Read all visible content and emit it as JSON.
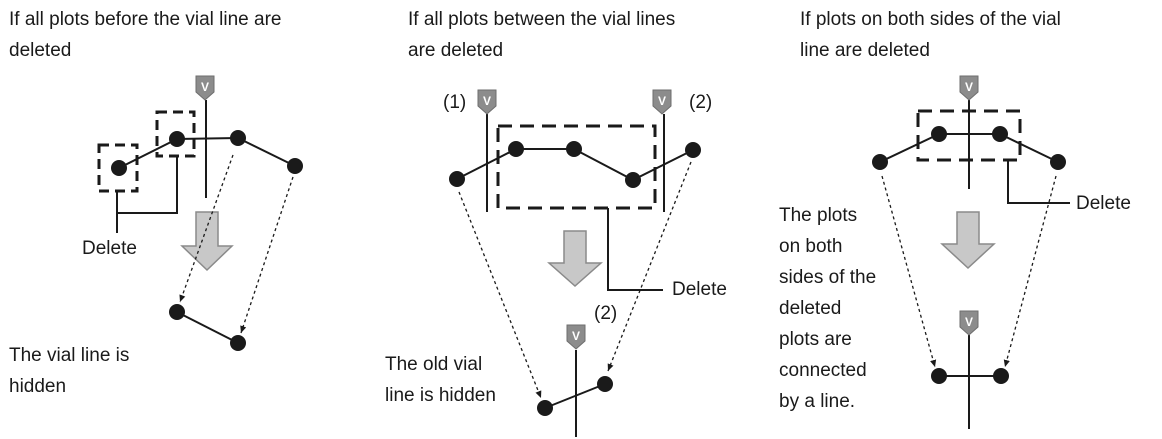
{
  "panels": [
    {
      "title": "If all plots before the vial line are\ndeleted",
      "delete_label": "Delete",
      "result_note": "The vial line is\nhidden"
    },
    {
      "title": "If all plots between the vial lines\nare deleted",
      "marker_left_label": "(1)",
      "marker_right_label": "(2)",
      "result_marker_label": "(2)",
      "delete_label": "Delete",
      "result_note": "The old vial\nline is hidden"
    },
    {
      "title": "If plots on both sides of the vial\nline are deleted",
      "delete_label": "Delete",
      "result_note": "The plots\non both\nsides of the\ndeleted\nplots are\nconnected\nby a line."
    }
  ],
  "vial_marker_glyph": "V",
  "colors": {
    "ink": "#1a1a1a",
    "marker_fill": "#8c8c8c",
    "arrow_fill": "#c8c8c8",
    "arrow_stroke": "#8a8a8a"
  }
}
